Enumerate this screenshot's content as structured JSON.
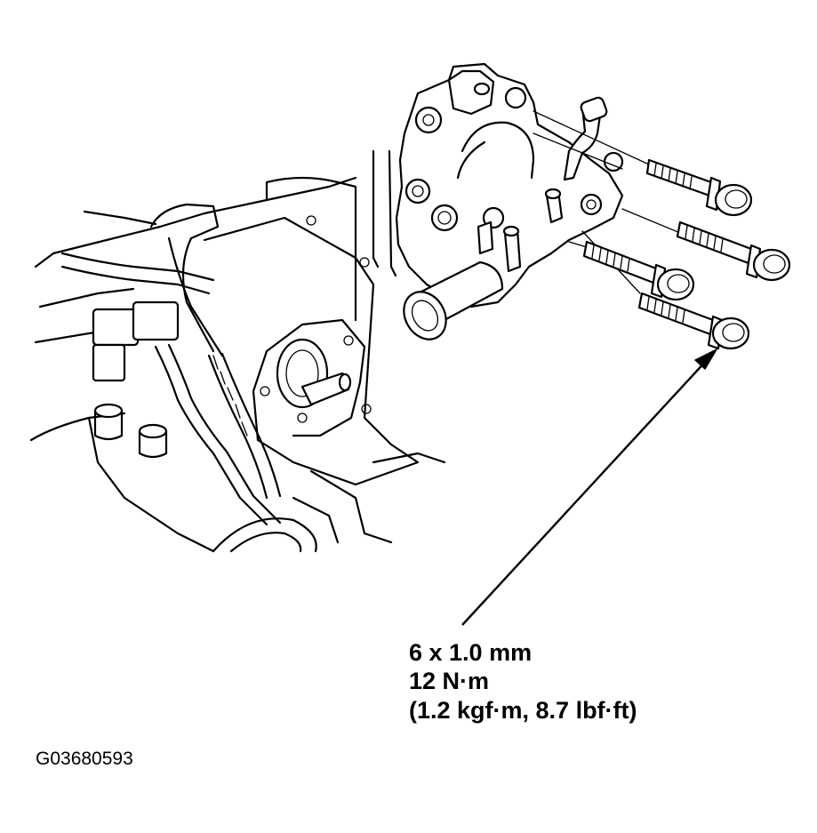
{
  "callout": {
    "bolt_size": "6 x 1.0 mm",
    "torque_nm": "12 N·m",
    "torque_alt": "(1.2 kgf·m, 8.7 lbf·ft)"
  },
  "figure_code": "G03680593"
}
